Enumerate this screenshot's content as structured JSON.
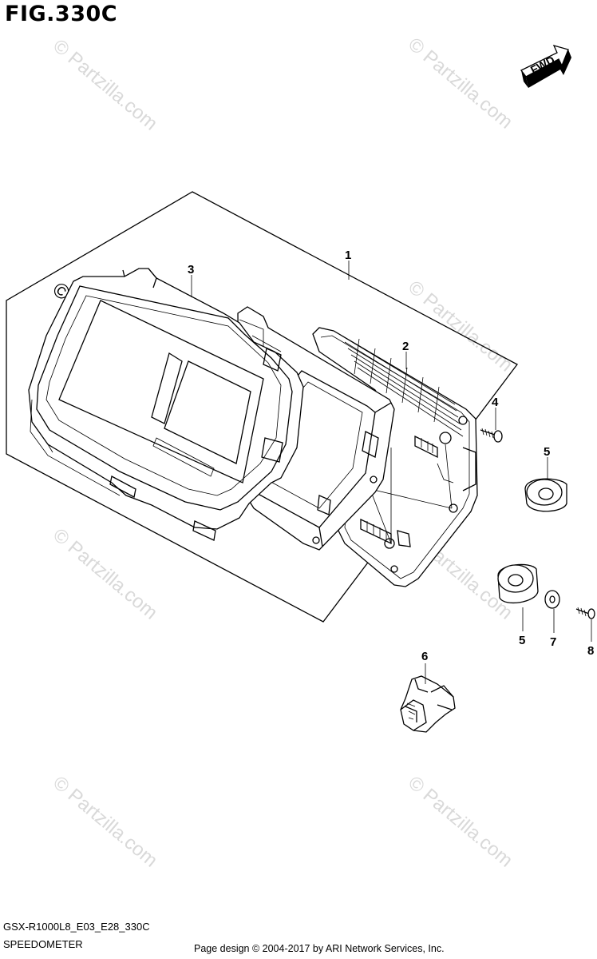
{
  "figure": {
    "title": "FIG.330C",
    "model_code": "GSX-R1000L8_E03_E28_330C",
    "section_name": "SPEEDOMETER",
    "copyright": "Page design © 2004-2017 by ARI Network Services, Inc."
  },
  "direction_marker": {
    "label": "FWD"
  },
  "watermark": {
    "text": "© Partzilla.com"
  },
  "callouts": [
    {
      "number": "1"
    },
    {
      "number": "2"
    },
    {
      "number": "3"
    },
    {
      "number": "4"
    },
    {
      "number": "5"
    },
    {
      "number": "5"
    },
    {
      "number": "6"
    },
    {
      "number": "7"
    },
    {
      "number": "8"
    }
  ]
}
